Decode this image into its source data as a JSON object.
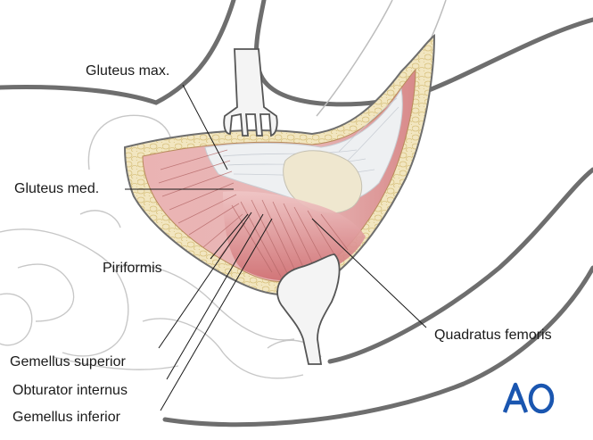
{
  "labels": {
    "gluteus_max": "Gluteus max.",
    "gluteus_med": "Gluteus med.",
    "piriformis": "Piriformis",
    "gemellus_superior": "Gemellus superior",
    "obturator_internus": "Obturator internus",
    "gemellus_inferior": "Gemellus inferior",
    "quadratus_femoris": "Quadratus femoris"
  },
  "logo": {
    "text": "AO",
    "color": "#1a56b0"
  },
  "colors": {
    "skin_outline": "#6e6e6e",
    "fat_layer": "#f1e4bb",
    "muscle": "#e2a6a6",
    "muscle_dark": "#c86e6e",
    "bone_outline": "#c7c7c7",
    "retractor": "#8a8a8a",
    "leader": "#1a1a1a"
  },
  "icons": [
    "retractor-top-icon",
    "retractor-bottom-icon",
    "ao-logo-icon"
  ]
}
